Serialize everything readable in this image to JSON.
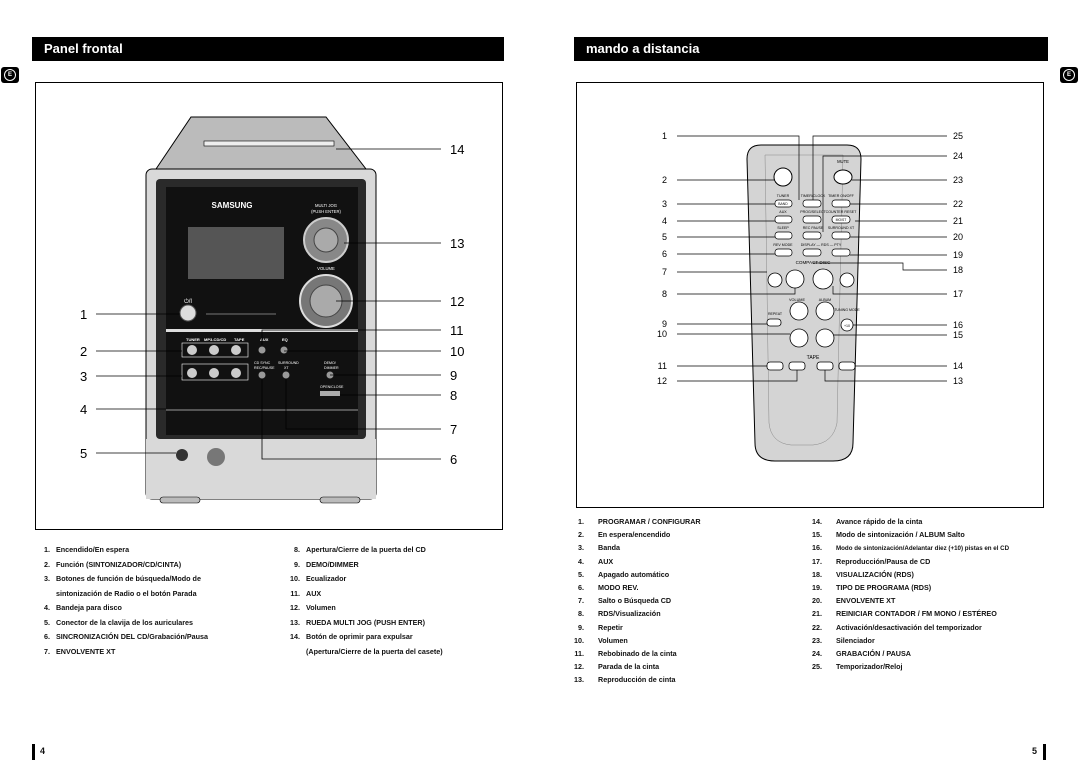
{
  "left_header": "Panel frontal",
  "right_header": "mando a distancia",
  "lang_tab": "E",
  "device": {
    "brand": "SAMSUNG",
    "multijog": "MULTI JOG",
    "push_enter": "(PUSH ENTER)",
    "volume": "VOLUME",
    "power_symbol": "⏻/I",
    "btn_row1": [
      "TUNER",
      "MP3-CD/CD",
      "TAPE"
    ],
    "aux": "AUX",
    "eq": "EQ",
    "btn_row2a": "CD SYNC",
    "btn_row2b": "SURROUND",
    "btn_row2c": "DEMO/",
    "btn_row2d": "DIMMER",
    "btn_row2e": "REC/PAUSE",
    "btn_row2f": "XT",
    "open_close": "OPEN/CLOSE"
  },
  "left_callouts": {
    "left": [
      "1",
      "2",
      "3",
      "4",
      "5"
    ],
    "right": [
      "14",
      "13",
      "12",
      "11",
      "10",
      "9",
      "8",
      "7",
      "6"
    ]
  },
  "remote_callouts": {
    "left": [
      "1",
      "2",
      "3",
      "4",
      "5",
      "6",
      "7",
      "8",
      "9",
      "10",
      "11",
      "12"
    ],
    "right": [
      "25",
      "24",
      "23",
      "22",
      "21",
      "20",
      "19",
      "18",
      "17",
      "16",
      "15",
      "14",
      "13"
    ]
  },
  "remote": {
    "mute": "MUTE",
    "tuner": "TUNER",
    "timer_clock": "TIMER/CLOCK",
    "timer_onoff": "TIMER ON/OFF",
    "band": "BAND",
    "aux": "AUX",
    "prog_select": "PROG/SELECT",
    "counter_reset": "COUNTER RESET",
    "mode": "MO/ST",
    "sleep": "SLEEP",
    "rec_pause": "REC PAUSE",
    "surround_xt": "SURROUND XT",
    "rev_mode": "REV MODE",
    "display_pty": "DISPLAY — RDS — PTY",
    "compact_disc": "COMPACT DISC",
    "volume": "VOLUME",
    "album": "ALBUM",
    "repeat": "REPEAT",
    "tuning_mode": "TUNING MODE",
    "plus10": "+10",
    "tape": "TAPE"
  },
  "front_list": {
    "col1": [
      {
        "n": "1.",
        "t": "Encendido/En espera"
      },
      {
        "n": "2.",
        "t": "Función (SINTONIZADOR/CD/CINTA)"
      },
      {
        "n": "3.",
        "t": "Botones de función de búsqueda/Modo de"
      },
      {
        "n": "",
        "t": "sintonización de Radio o el botón Parada"
      },
      {
        "n": "4.",
        "t": "Bandeja para disco"
      },
      {
        "n": "5.",
        "t": "Conector de la clavija de los auriculares"
      },
      {
        "n": "6.",
        "t": "SINCRONIZACIÓN DEL CD/Grabación/Pausa"
      },
      {
        "n": "7.",
        "t": "ENVOLVENTE XT"
      }
    ],
    "col2": [
      {
        "n": "8.",
        "t": "Apertura/Cierre de la puerta del CD"
      },
      {
        "n": "9.",
        "t": "DEMO/DIMMER"
      },
      {
        "n": "10.",
        "t": "Ecualizador"
      },
      {
        "n": "11.",
        "t": "AUX"
      },
      {
        "n": "12.",
        "t": "Volumen"
      },
      {
        "n": "13.",
        "t": "RUEDA MULTI JOG (PUSH ENTER)"
      },
      {
        "n": "14.",
        "t": "Botón de oprimir para expulsar"
      },
      {
        "n": "",
        "t": "(Apertura/Cierre de la puerta del casete)"
      }
    ]
  },
  "remote_list": {
    "col1": [
      {
        "n": "1.",
        "t": "PROGRAMAR / CONFIGURAR"
      },
      {
        "n": "2.",
        "t": "En espera/encendido"
      },
      {
        "n": "3.",
        "t": "Banda"
      },
      {
        "n": "4.",
        "t": "AUX"
      },
      {
        "n": "5.",
        "t": "Apagado automático"
      },
      {
        "n": "6.",
        "t": "MODO REV."
      },
      {
        "n": "7.",
        "t": "Salto o Búsqueda CD"
      },
      {
        "n": "8.",
        "t": "RDS/Visualización"
      },
      {
        "n": "9.",
        "t": "Repetir"
      },
      {
        "n": "10.",
        "t": "Volumen"
      },
      {
        "n": "11.",
        "t": "Rebobinado de la cinta"
      },
      {
        "n": "12.",
        "t": "Parada de la cinta"
      },
      {
        "n": "13.",
        "t": "Reproducción de cinta"
      }
    ],
    "col2": [
      {
        "n": "14.",
        "t": "Avance rápido de la cinta"
      },
      {
        "n": "15.",
        "t": "Modo de sintonización / ALBUM Salto"
      },
      {
        "n": "16.",
        "t": "Modo de sintonización/Adelantar diez (+10) pistas en el CD"
      },
      {
        "n": "17.",
        "t": "Reproducción/Pausa de CD"
      },
      {
        "n": "18.",
        "t": "VISUALIZACIÓN (RDS)"
      },
      {
        "n": "19.",
        "t": "TIPO DE PROGRAMA (RDS)"
      },
      {
        "n": "20.",
        "t": "ENVOLVENTE XT"
      },
      {
        "n": "21.",
        "t": "REINICIAR CONTADOR / FM MONO / ESTÉREO"
      },
      {
        "n": "22.",
        "t": "Activación/desactivación del temporizador"
      },
      {
        "n": "23.",
        "t": "Silenciador"
      },
      {
        "n": "24.",
        "t": "GRABACIÓN / PAUSA"
      },
      {
        "n": "25.",
        "t": "Temporizador/Reloj"
      }
    ]
  },
  "page_left": "4",
  "page_right": "5"
}
